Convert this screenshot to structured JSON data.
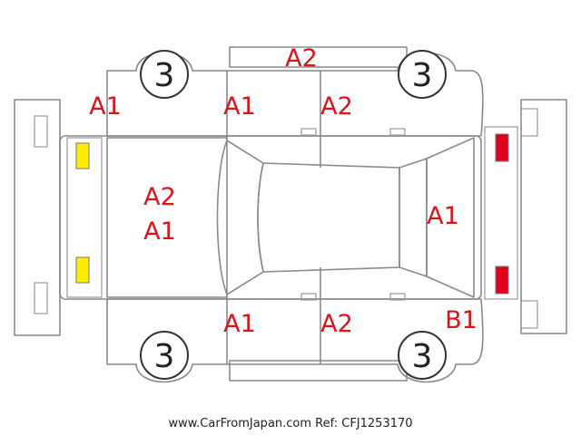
{
  "colors": {
    "damage_code": "#d9141b",
    "front_lamp": "#ffee00",
    "rear_lamp": "#e0001b",
    "outline": "#8a8a8a"
  },
  "panels": {
    "roof_edge_top": "A2",
    "front_left_fender": "A1",
    "front_left_door": "A1",
    "rear_left_door": "A2",
    "hood_line1": "A2",
    "hood_line2": "A1",
    "trunk_lid": "A1",
    "front_right_door": "A1",
    "rear_right_door": "A2",
    "rear_right_fender": "B1"
  },
  "tires": {
    "front_left": "3",
    "rear_left": "3",
    "front_right": "3",
    "rear_right": "3"
  },
  "watermark": "www.CarFromJapan.com Ref: CFJ1253170"
}
